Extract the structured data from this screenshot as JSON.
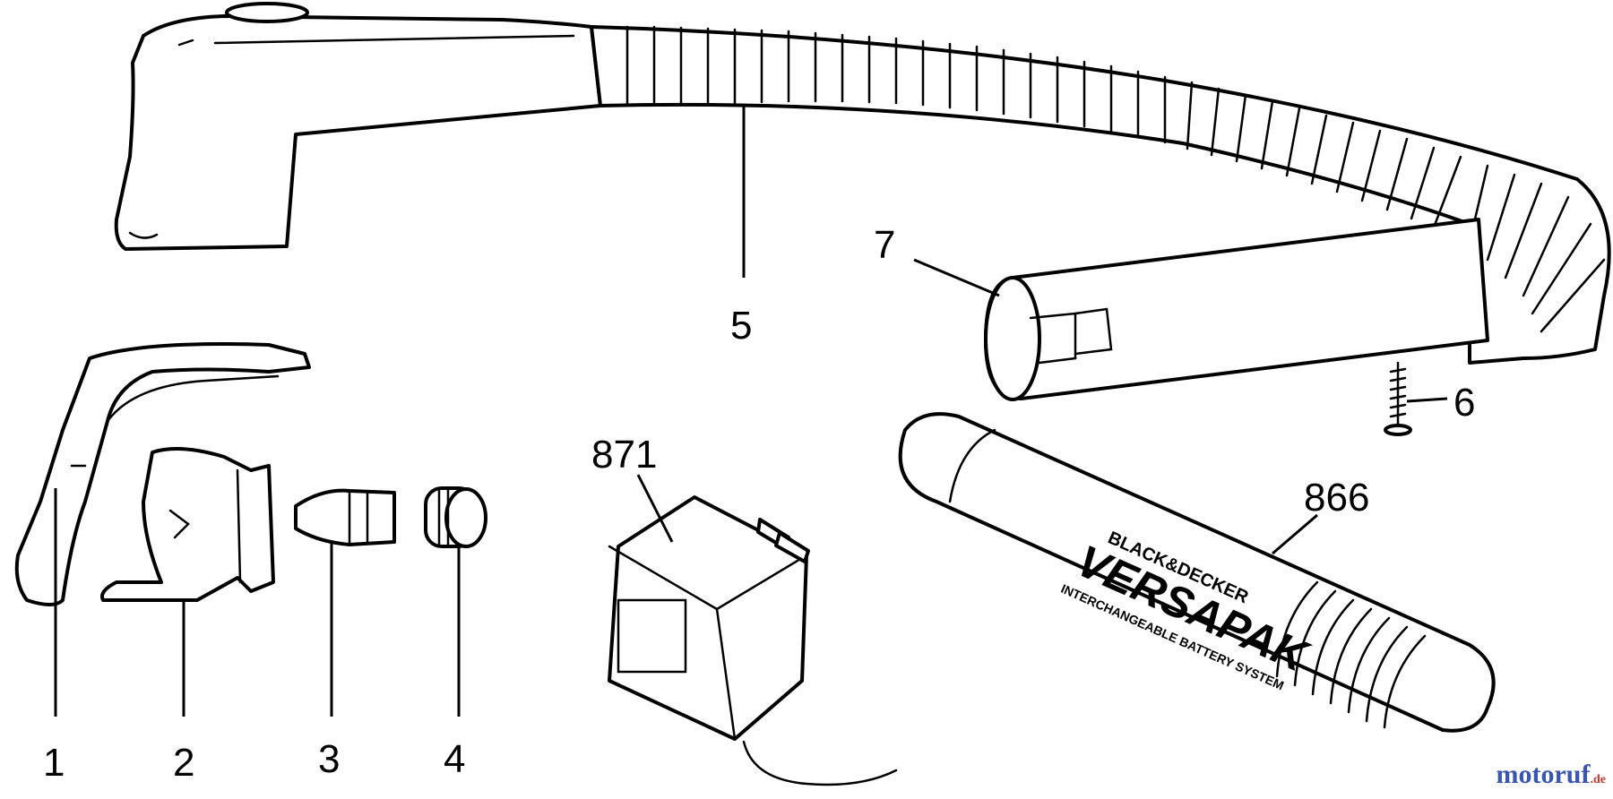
{
  "callouts": {
    "part_1": "1",
    "part_2": "2",
    "part_3": "3",
    "part_4": "4",
    "part_5": "5",
    "part_6": "6",
    "part_7": "7",
    "part_871": "871",
    "part_866": "866"
  },
  "battery": {
    "brand": "BLACK&DECKER",
    "product": "VERSAPAK",
    "tagline": "INTERCHANGEABLE BATTERY SYSTEM"
  },
  "watermark": {
    "name": "motoruf",
    "tld": ".de"
  }
}
